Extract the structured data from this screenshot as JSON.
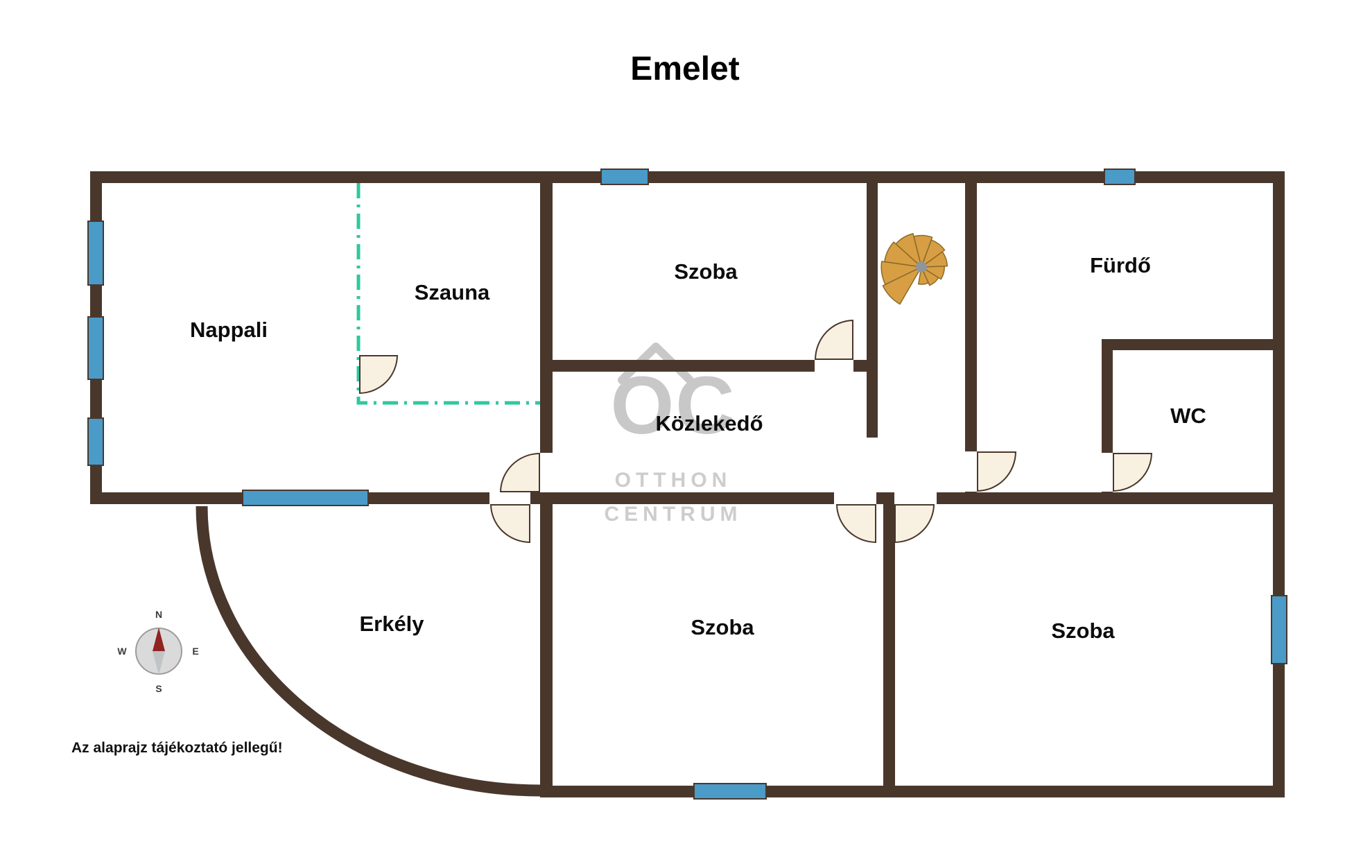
{
  "title": "Emelet",
  "disclaimer": "Az alaprajz tájékoztató jellegű!",
  "rooms": {
    "nappali": "Nappali",
    "szauna": "Szauna",
    "szoba_top": "Szoba",
    "furdo": "Fürdő",
    "wc": "WC",
    "kozlekedo": "Közlekedő",
    "erkely": "Erkély",
    "szoba_bottom_left": "Szoba",
    "szoba_bottom_right": "Szoba"
  },
  "watermark": {
    "logo": "OC",
    "line1": "OTTHON",
    "line2": "CENTRUM"
  },
  "compass": {
    "north": "N",
    "east": "E",
    "south": "S",
    "west": "W"
  },
  "colors": {
    "wall": "#4a372c",
    "window": "#4a9bc8",
    "door": "#f8f1e1",
    "door-border": "#4a372c",
    "sauna-line": "#2fc89e",
    "stairs": "#d79e43",
    "stairs-border": "#8a6a2a",
    "watermark": "#c8c8c8"
  }
}
